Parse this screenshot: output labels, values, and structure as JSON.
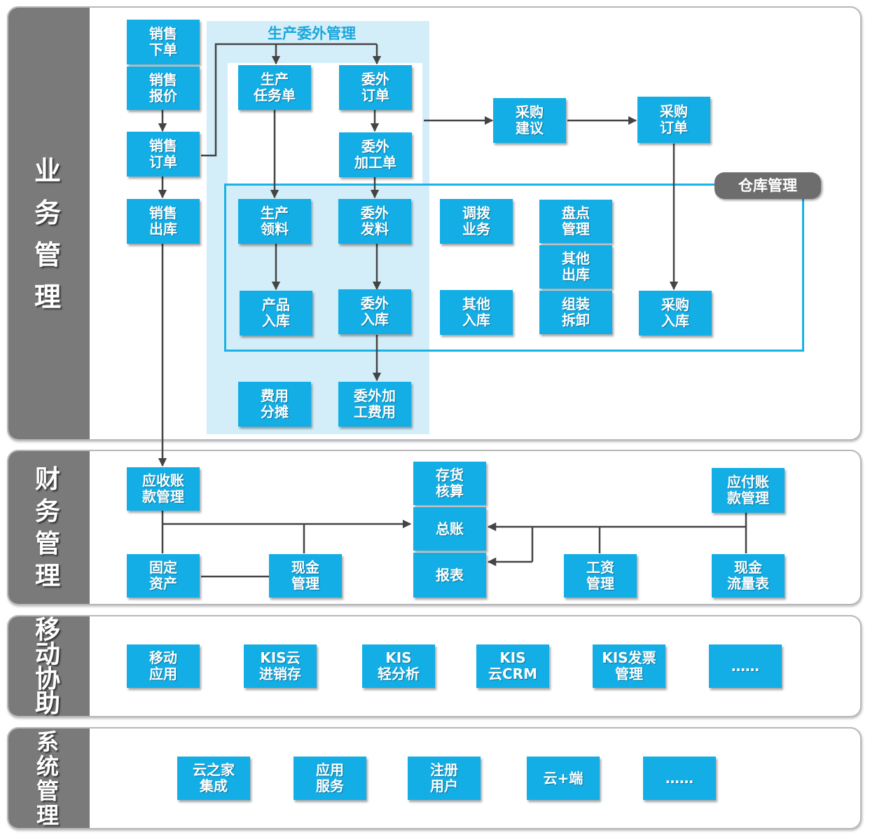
{
  "sections": {
    "business": {
      "label": "业\n务\n管\n理"
    },
    "finance": {
      "label": "财\n务\n管\n理"
    },
    "mobile": {
      "label": "移\n动\n协\n助"
    },
    "system": {
      "label": "系\n统\n管\n理"
    }
  },
  "zones": {
    "production_outsourcing": "生产委外管理",
    "warehouse": "仓库管理"
  },
  "business": {
    "sales_order_entry": "销售\n下单",
    "sales_quote": "销售\n报价",
    "sales_order": "销售\n订单",
    "sales_outbound": "销售\n出库",
    "production_task": "生产\n任务单",
    "outsource_order": "委外\n订单",
    "outsource_process_order": "委外\n加工单",
    "purchase_suggestion": "采购\n建议",
    "purchase_order": "采购\n订单",
    "production_picking": "生产\n领料",
    "outsource_issue": "委外\n发料",
    "transfer": "调拨\n业务",
    "stocktaking": "盘点\n管理",
    "other_outbound": "其他\n出库",
    "assembly": "组装\n拆卸",
    "product_inbound": "产品\n入库",
    "outsource_inbound": "委外\n入库",
    "other_inbound": "其他\n入库",
    "purchase_inbound": "采购\n入库",
    "cost_allocation": "费用\n分摊",
    "outsource_cost": "委外加\n工费用"
  },
  "finance": {
    "receivables": "应收账\n款管理",
    "inventory_accounting": "存货\n核算",
    "general_ledger": "总账",
    "reports": "报表",
    "payables": "应付账\n款管理",
    "fixed_assets": "固定\n资产",
    "cash": "现金\n管理",
    "payroll": "工资\n管理",
    "cash_flow": "现金\n流量表"
  },
  "mobile": {
    "mobile_app": "移动\n应用",
    "kis_cloud_psi": "KIS云\n进销存",
    "kis_analysis": "KIS\n轻分析",
    "kis_crm": "KIS\n云CRM",
    "kis_invoice": "KIS发票\n管理",
    "more": "……"
  },
  "system": {
    "cloud_home": "云之家\n集成",
    "app_service": "应用\n服务",
    "register_user": "注册\n用户",
    "cloud_terminal": "云+端",
    "more": "……"
  },
  "colors": {
    "box": "#13aee6",
    "zone": "#d4eef9",
    "warehouse_frame": "#1ab3e6",
    "zone_title": "#1aa7dd",
    "sidebar": "#7a7a7a",
    "connector": "#444444"
  }
}
